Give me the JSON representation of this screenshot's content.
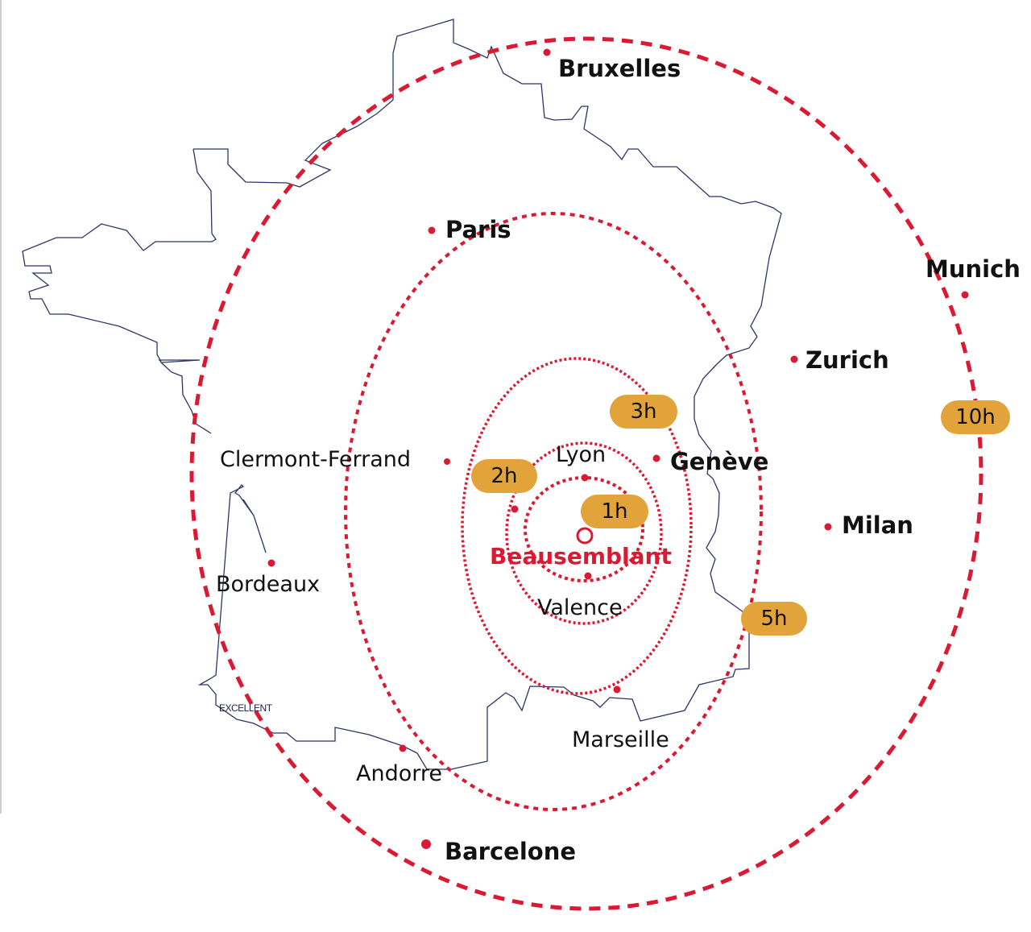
{
  "colors": {
    "ring_red": "#d91a32",
    "badge_fill": "#e2a43a",
    "outline_navy": "#2b3566",
    "text": "#111111"
  },
  "home": {
    "label": "Beausemblant"
  },
  "rings": [
    {
      "id": "1h",
      "label": "1h"
    },
    {
      "id": "2h",
      "label": "2h"
    },
    {
      "id": "3h",
      "label": "3h"
    },
    {
      "id": "5h",
      "label": "5h"
    },
    {
      "id": "10h",
      "label": "10h"
    }
  ],
  "cities": {
    "bruxelles": "Bruxelles",
    "paris": "Paris",
    "munich": "Munich",
    "zurich": "Zurich",
    "geneve": "Genève",
    "lyon": "Lyon",
    "clermont": "Clermont-Ferrand",
    "milan": "Milan",
    "bordeaux": "Bordeaux",
    "valence": "Valence",
    "marseille": "Marseille",
    "andorre": "Andorre",
    "barcelone": "Barcelone"
  },
  "watermark": "EXCELLENT"
}
